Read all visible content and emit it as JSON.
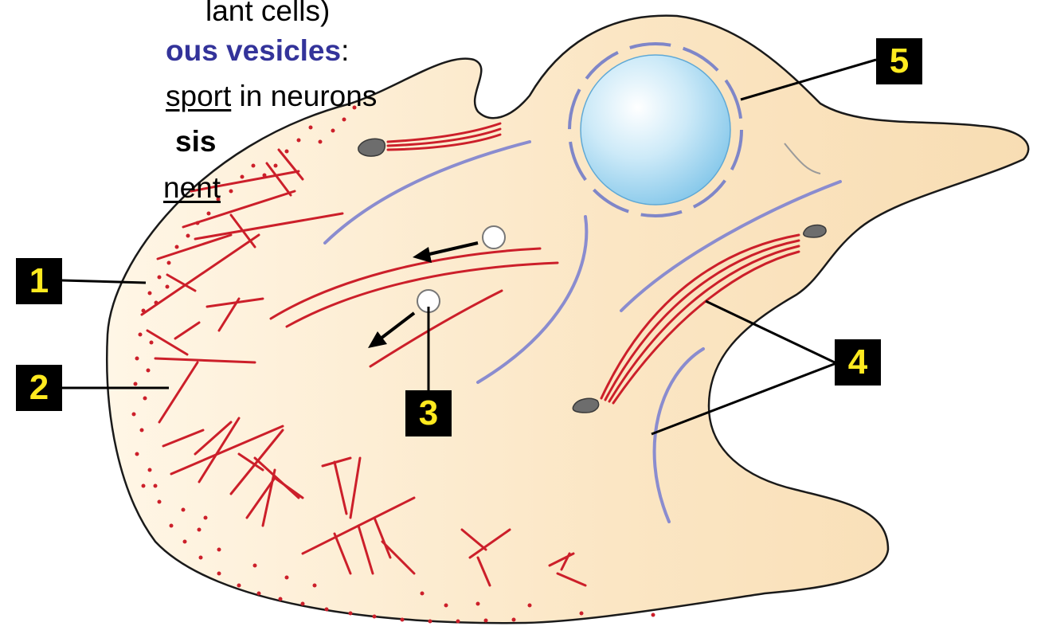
{
  "text_lines": [
    {
      "segments": [
        "lant cells)"
      ]
    },
    {
      "segments": [
        "ous vesicles",
        ":"
      ]
    },
    {
      "segments": [
        "sport",
        " in neurons"
      ]
    },
    {
      "segments": [
        "sis"
      ]
    },
    {
      "segments": [
        "nent"
      ]
    }
  ],
  "callouts": [
    "1",
    "2",
    "3",
    "4",
    "5"
  ],
  "colors": {
    "cell_fill": "#fbe8c8",
    "cell_outline": "#1a1a1a",
    "actin_red": "#cc1f2a",
    "microtubule_blue": "#8a8ccf",
    "nucleus_blue": "#9fd3ef",
    "vesicle": "#ffffff",
    "callout_bg": "#000000",
    "callout_text": "#ffea1f",
    "heading_blue": "#33339a"
  },
  "icons": {
    "nucleus": "sphere",
    "vesicles": "circle",
    "anchor_points": "grey-blob",
    "arrows": "arrow-left"
  }
}
